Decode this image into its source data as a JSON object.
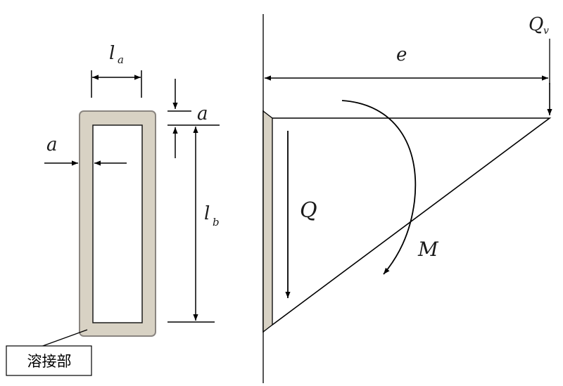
{
  "cross_section": {
    "width_label": {
      "main": "l",
      "sub": "a"
    },
    "height_label": {
      "main": "l",
      "sub": "b"
    },
    "top_thickness_label": "a",
    "side_thickness_label": "a",
    "weld_callout": "溶接部",
    "weld_color": "#d8d2c4"
  },
  "beam": {
    "load_label": {
      "main": "Q",
      "sub": "v"
    },
    "eccentricity_label": "e",
    "shear_label": "Q",
    "moment_label": "M"
  }
}
